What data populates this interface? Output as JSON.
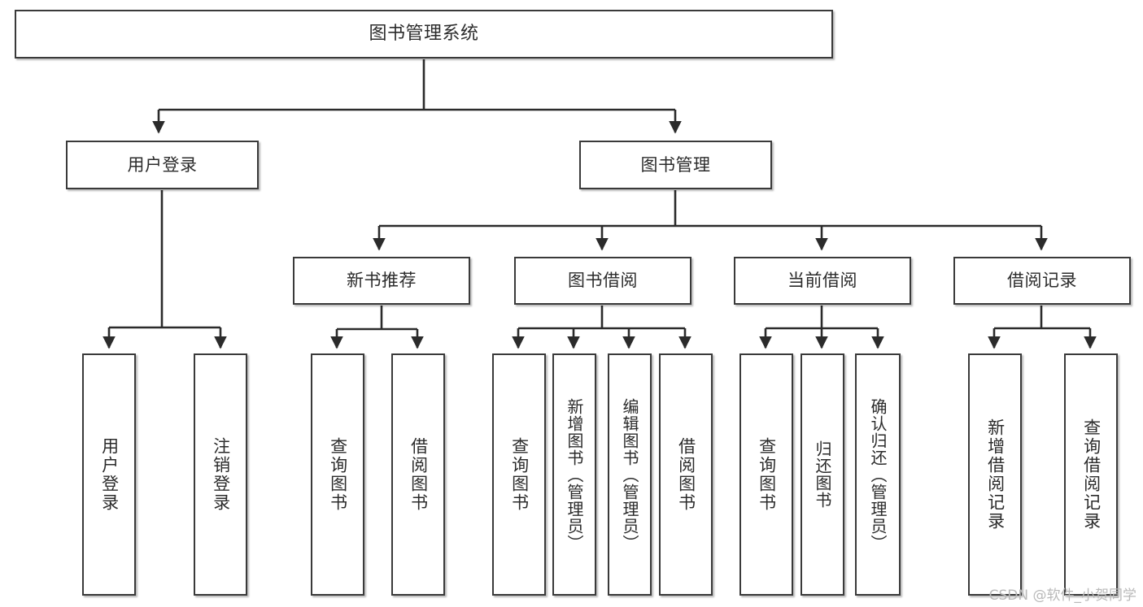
{
  "diagram": {
    "type": "tree-hierarchy",
    "title": "图书管理系统",
    "watermark": "CSDN @软件_小贺同学",
    "colors": {
      "box_border": "#3a3a3a",
      "box_fill": "#ffffff",
      "text": "#2b2b2b",
      "edge": "#2b2b2b",
      "watermark": "#b9b9b9",
      "background": "#ffffff"
    },
    "nodes": {
      "root": {
        "label": "图书管理系统"
      },
      "level1": [
        {
          "id": "user-login",
          "label": "用户登录"
        },
        {
          "id": "book-manage",
          "label": "图书管理"
        }
      ],
      "level2": [
        {
          "id": "new-book-recommend",
          "label": "新书推荐"
        },
        {
          "id": "book-borrow",
          "label": "图书借阅"
        },
        {
          "id": "current-borrow",
          "label": "当前借阅"
        },
        {
          "id": "borrow-record",
          "label": "借阅记录"
        }
      ],
      "leaves": {
        "user_login": [
          {
            "id": "leaf-user-login",
            "label": "用户登录"
          },
          {
            "id": "leaf-logout",
            "label": "注销登录"
          }
        ],
        "new_book_recommend": [
          {
            "id": "leaf-query-book-1",
            "label": "查询图书"
          },
          {
            "id": "leaf-borrow-book-1",
            "label": "借阅图书"
          }
        ],
        "book_borrow": [
          {
            "id": "leaf-query-book-2",
            "label": "查询图书"
          },
          {
            "id": "leaf-add-book",
            "label": "新增图书（管理员）"
          },
          {
            "id": "leaf-edit-book",
            "label": "编辑图书（管理员）"
          },
          {
            "id": "leaf-borrow-book-2",
            "label": "借阅图书"
          }
        ],
        "current_borrow": [
          {
            "id": "leaf-query-book-3",
            "label": "查询图书"
          },
          {
            "id": "leaf-return-book",
            "label": "归还图书"
          },
          {
            "id": "leaf-confirm-return",
            "label": "确认归还（管理员）"
          }
        ],
        "borrow_record": [
          {
            "id": "leaf-add-record",
            "label": "新增借阅记录"
          },
          {
            "id": "leaf-query-record",
            "label": "查询借阅记录"
          }
        ]
      }
    }
  }
}
